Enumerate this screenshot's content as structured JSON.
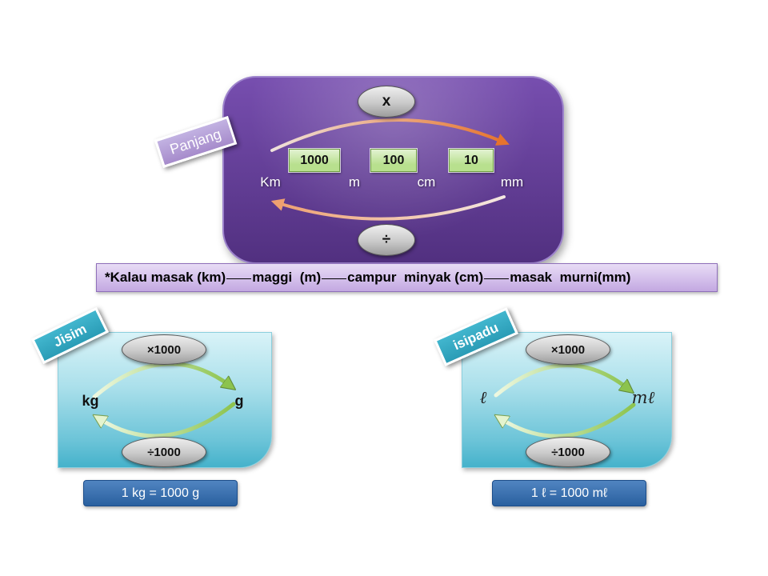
{
  "panjang": {
    "tag": "Panjang",
    "multiply_label": "x",
    "divide_label": "÷",
    "factors": [
      "1000",
      "100",
      "10"
    ],
    "units": [
      "Km",
      "m",
      "cm",
      "mm"
    ]
  },
  "mnemonic": {
    "segments": [
      "*Kalau masak (km)",
      "maggi  (m)",
      "campur  minyak (cm)",
      "masak  murni(mm)"
    ]
  },
  "jisim": {
    "tag": "Jisim",
    "multiply_label": "×1000",
    "divide_label": "÷1000",
    "unit_left": "kg",
    "unit_right": "g",
    "equation": "1 kg = 1000 g"
  },
  "isipadu": {
    "tag": "isipadu",
    "multiply_label": "×1000",
    "divide_label": "÷1000",
    "unit_left": "ℓ",
    "unit_right": "mℓ",
    "equation": "1 ℓ = 1000 mℓ"
  },
  "colors": {
    "panjang_panel": "#6b3fa8",
    "factor_box": "#b8e08e",
    "mnemonic_banner": "#d2bdea",
    "volume_mass_panel": "#6cc4d8",
    "tag_teal": "#2a9cb6",
    "tag_purple": "#a68bcb",
    "equation_box": "#2f6db5",
    "arrow_orange": "#e6732c",
    "arrow_green": "#8cc34e"
  }
}
